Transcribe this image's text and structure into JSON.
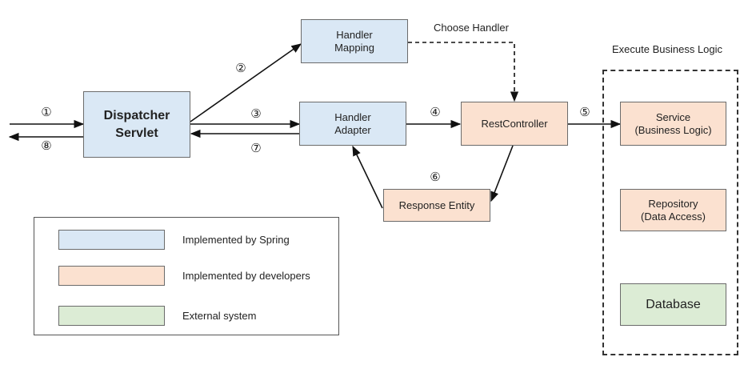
{
  "nodes": {
    "dispatcher": "Dispatcher\nServlet",
    "handler_mapping": "Handler\nMapping",
    "handler_adapter": "Handler\nAdapter",
    "rest_controller": "RestController",
    "response_entity": "Response Entity",
    "service": "Service\n(Business Logic)",
    "repository": "Repository\n(Data Access)",
    "database": "Database"
  },
  "labels": {
    "choose_handler": "Choose Handler",
    "execute_business_logic": "Execute Business Logic"
  },
  "steps": [
    "①",
    "②",
    "③",
    "④",
    "⑤",
    "⑥",
    "⑦",
    "⑧"
  ],
  "legend": [
    {
      "label": "Implemented by Spring",
      "color": "#dae8f5"
    },
    {
      "label": "Implemented by developers",
      "color": "#fbe1d0"
    },
    {
      "label": "External system",
      "color": "#dcecd5"
    }
  ]
}
